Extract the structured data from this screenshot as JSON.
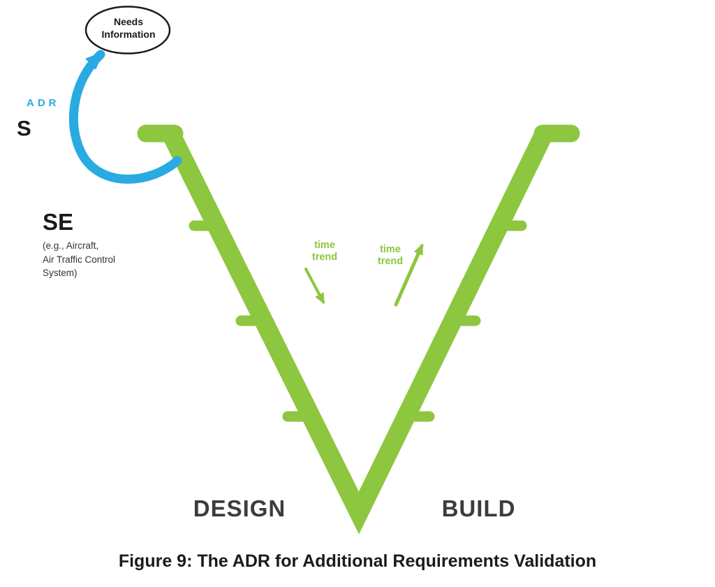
{
  "diagram": {
    "bubble": {
      "line1": "Needs",
      "line2": "Information"
    },
    "adr_label": "ADR",
    "s_label": "S",
    "se": {
      "title": "SE",
      "sub1": "(e.g., Aircraft,",
      "sub2": "Air Traffic Control",
      "sub3": "System)"
    },
    "trend_left": {
      "line1": "time",
      "line2": "trend"
    },
    "trend_right": {
      "line1": "time",
      "line2": "trend"
    },
    "design_label": "DESIGN",
    "build_label": "BUILD",
    "icons": {
      "adr_arrow": "curved-arrow-icon",
      "trend_down_arrow": "arrow-down-right-icon",
      "trend_up_arrow": "arrow-up-right-icon"
    }
  },
  "caption": "Figure 9: The ADR for Additional Requirements Validation",
  "colors": {
    "green": "#8DC63F",
    "blue": "#29ABE2",
    "dark": "#3C3C3B"
  }
}
